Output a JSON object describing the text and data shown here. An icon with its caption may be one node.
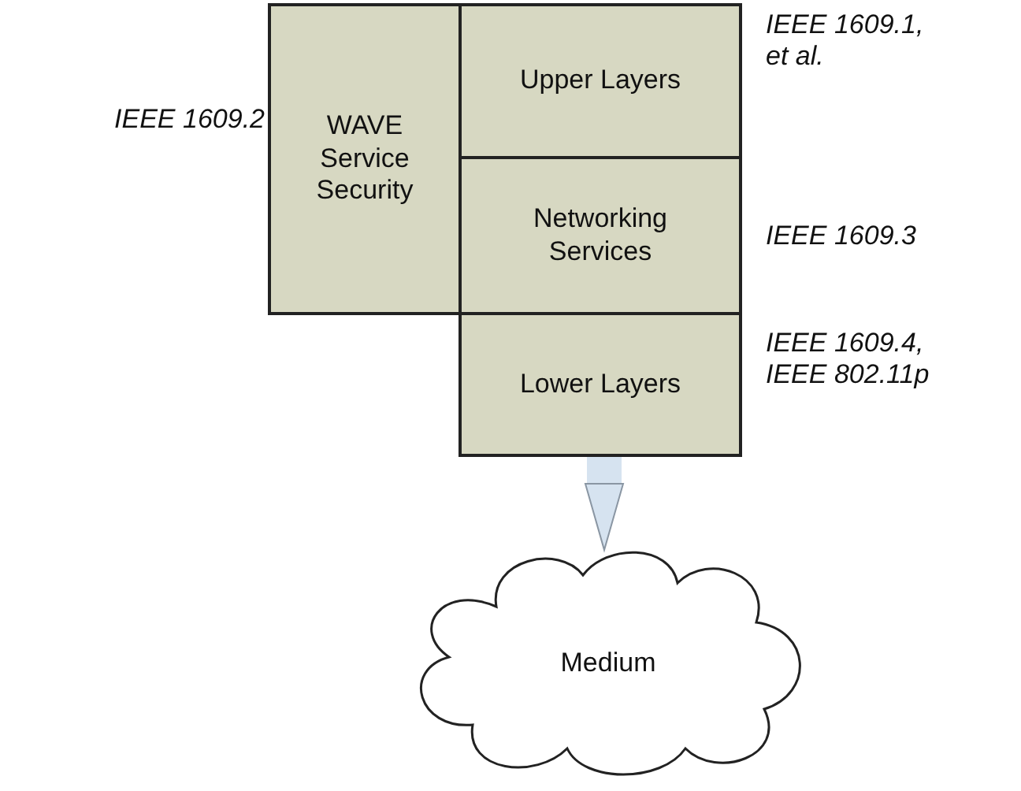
{
  "diagram": {
    "nodes": [
      {
        "text": [
          "WAVE Service Security"
        ],
        "beside": [
          "IEEE 1609.2"
        ]
      },
      {
        "text": [
          "Upper Layers"
        ],
        "beside": [
          "IEEE 1609.1, et al."
        ]
      },
      {
        "text": [
          "Networking Services"
        ],
        "beside": [
          "IEEE 1609.3"
        ]
      },
      {
        "text": [
          "Lower Layers"
        ],
        "beside": [
          "IEEE 1609.4, IEEE 802.11p"
        ]
      },
      {
        "text": [
          "Medium"
        ]
      }
    ],
    "edges": [
      {
        "from": 3,
        "to": 4,
        "arrow": "to"
      }
    ]
  }
}
